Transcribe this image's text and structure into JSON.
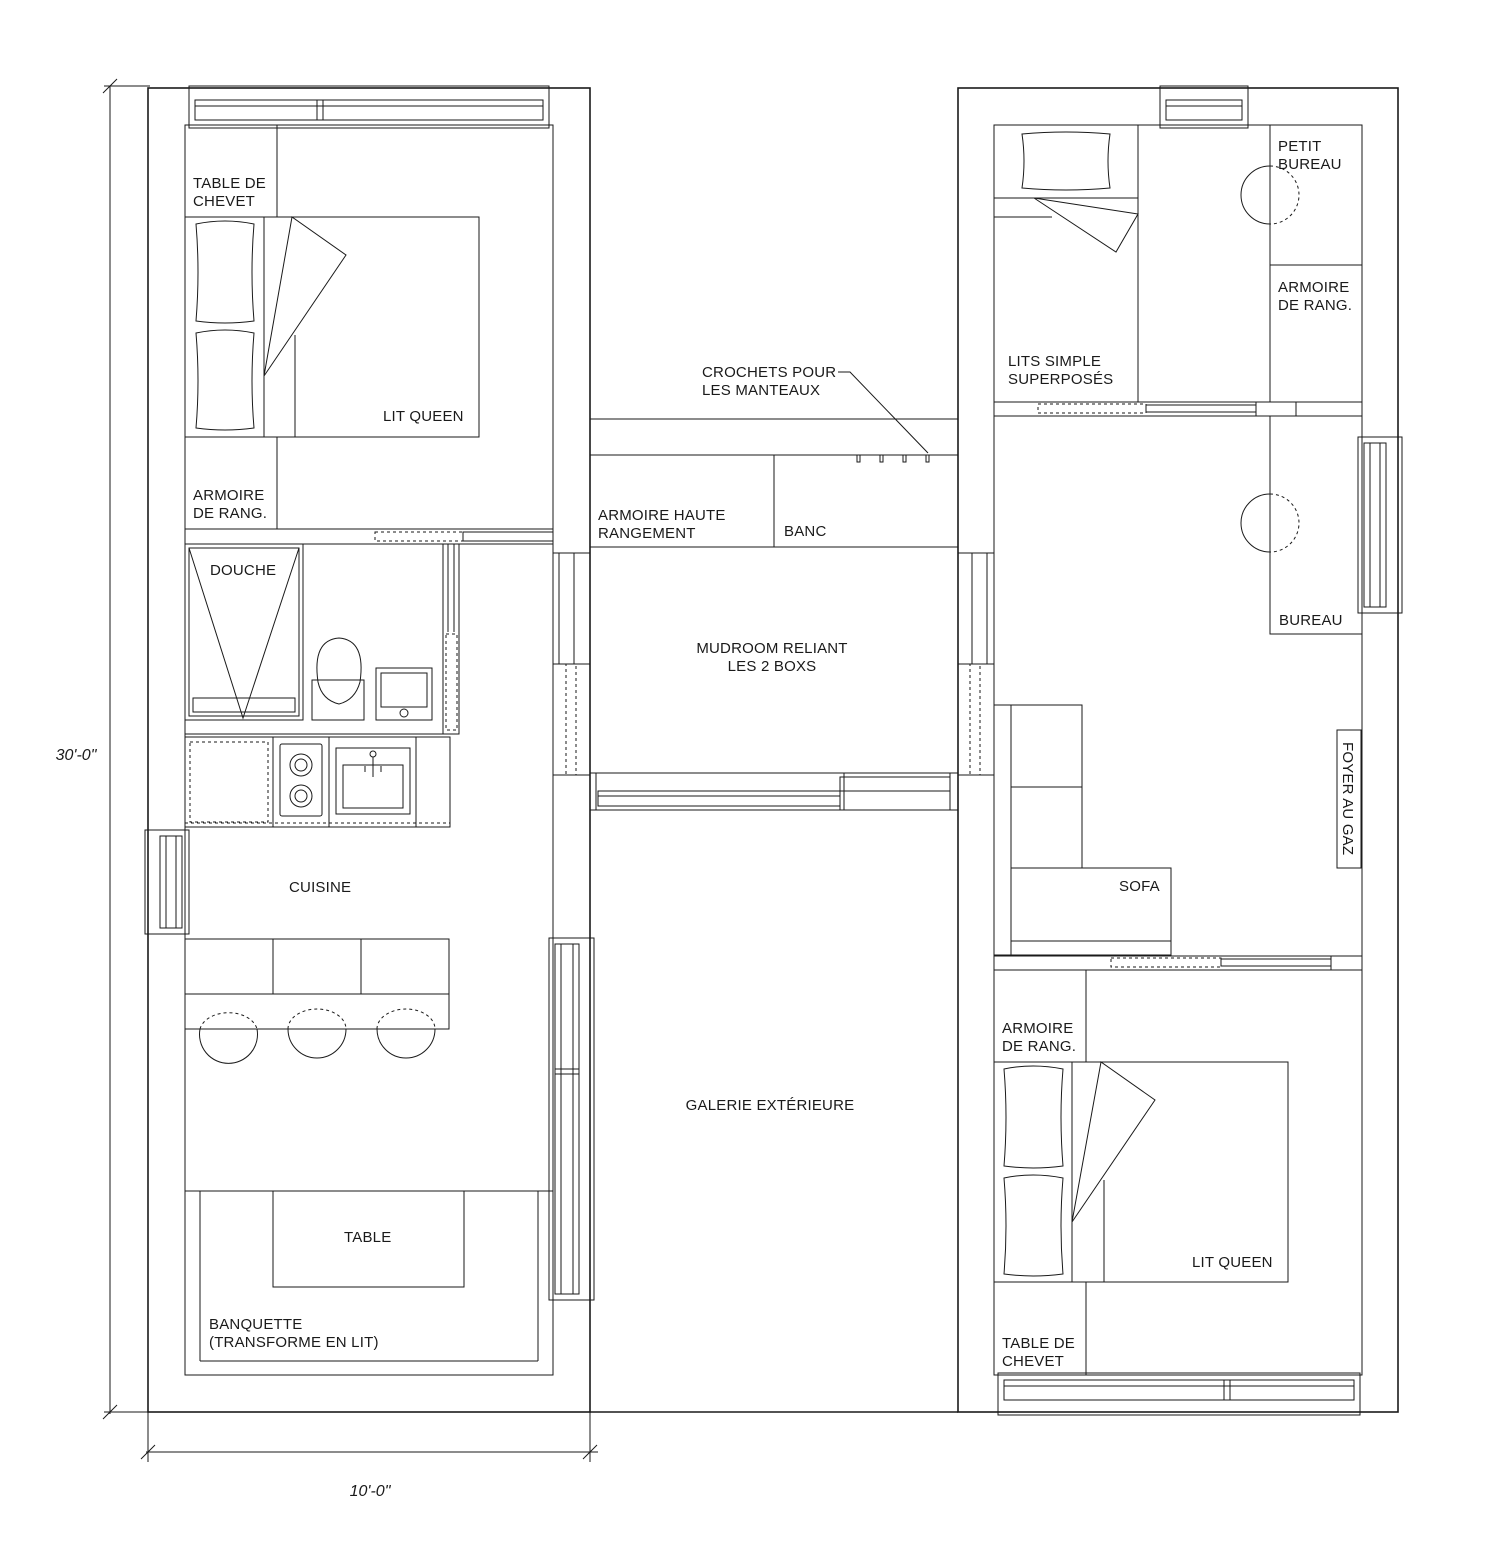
{
  "dimensions": {
    "height": "30'-0\"",
    "width": "10'-0\""
  },
  "left_box": {
    "table_de_chevet": [
      "TABLE DE",
      "CHEVET"
    ],
    "lit_queen": "LIT QUEEN",
    "armoire": [
      "ARMOIRE",
      "DE RANG."
    ],
    "douche": "DOUCHE",
    "cuisine": "CUISINE",
    "table": "TABLE",
    "banquette": [
      "BANQUETTE",
      "(TRANSFORME EN LIT)"
    ]
  },
  "center": {
    "crochets": [
      "CROCHETS POUR",
      "LES MANTEAUX"
    ],
    "armoire_haute": [
      "ARMOIRE HAUTE",
      "RANGEMENT"
    ],
    "banc": "BANC",
    "mudroom": [
      "MUDROOM RELIANT",
      "LES 2 BOXS"
    ],
    "galerie": "GALERIE EXTÉRIEURE"
  },
  "right_box": {
    "petit_bureau": [
      "PETIT",
      "BUREAU"
    ],
    "armoire_top": [
      "ARMOIRE",
      "DE RANG."
    ],
    "lits_superposes": [
      "LITS SIMPLE",
      "SUPERPOSÉS"
    ],
    "bureau": "BUREAU",
    "foyer": "FOYER AU GAZ",
    "sofa": "SOFA",
    "armoire_bottom": [
      "ARMOIRE",
      "DE RANG."
    ],
    "lit_queen": "LIT QUEEN",
    "table_de_chevet": [
      "TABLE DE",
      "CHEVET"
    ]
  }
}
